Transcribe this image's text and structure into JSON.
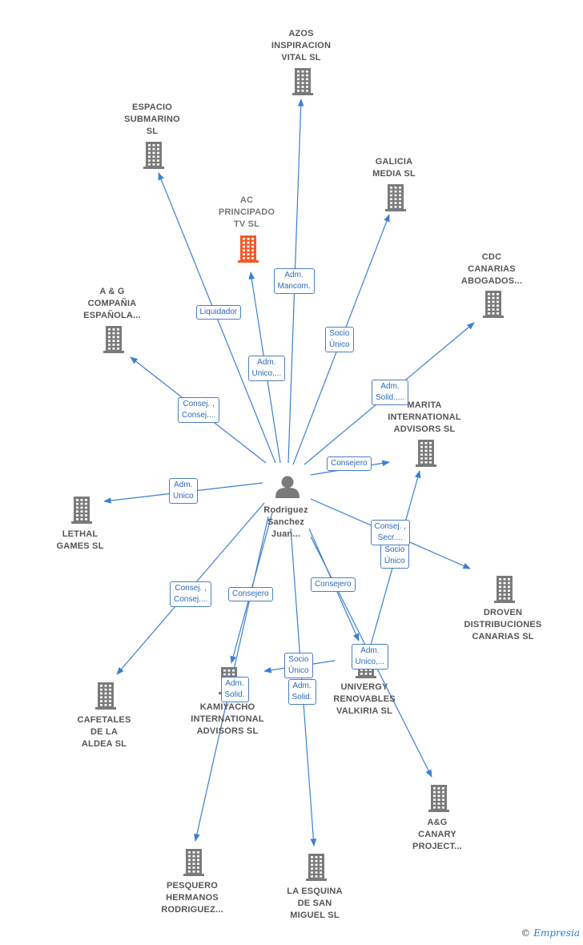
{
  "colors": {
    "edge": "#3b7fd1",
    "company": "#7a7a7a",
    "highlight": "#f05a28",
    "person": "#7a7a7a"
  },
  "center": {
    "lines": [
      "Rodriguez",
      "Sanchez",
      "Juan..."
    ],
    "icon": "person-icon"
  },
  "nodes": [
    {
      "id": "azos",
      "lines": [
        "AZOS",
        "INSPIRACION",
        "VITAL  SL"
      ],
      "icon": "building-icon"
    },
    {
      "id": "espacio",
      "lines": [
        "ESPACIO",
        "SUBMARINO",
        "SL"
      ],
      "icon": "building-icon"
    },
    {
      "id": "galicia",
      "lines": [
        "GALICIA",
        "MEDIA  SL"
      ],
      "icon": "building-icon"
    },
    {
      "id": "ac",
      "lines": [
        "AC",
        "PRINCIPADO",
        "TV  SL"
      ],
      "icon": "building-icon",
      "highlight": true
    },
    {
      "id": "cdc",
      "lines": [
        "CDC",
        "CANARIAS",
        "ABOGADOS..."
      ],
      "icon": "building-icon"
    },
    {
      "id": "ag_comp",
      "lines": [
        "A & G",
        "COMPAÑIA",
        "ESPAÑOLA..."
      ],
      "icon": "building-icon"
    },
    {
      "id": "marita",
      "lines": [
        "MARITA",
        "INTERNATIONAL",
        "ADVISORS  SL"
      ],
      "icon": "building-icon"
    },
    {
      "id": "lethal",
      "lines": [
        "LETHAL",
        "GAMES  SL"
      ],
      "icon": "building-icon"
    },
    {
      "id": "droven",
      "lines": [
        "DROVEN",
        "DISTRIBUCIONES",
        "CANARIAS   SL"
      ],
      "icon": "building-icon"
    },
    {
      "id": "cafetales",
      "lines": [
        "CAFETALES",
        "DE LA",
        "ALDEA SL"
      ],
      "icon": "building-icon"
    },
    {
      "id": "kamiyacho",
      "lines": [
        "KAMIYACHO",
        "INTERNATIONAL",
        "ADVISORS  SL"
      ],
      "icon": "building-icon"
    },
    {
      "id": "univergy",
      "lines": [
        "UNIVERGY",
        "RENOVABLES",
        "VALKIRIA  SL"
      ],
      "icon": "building-icon"
    },
    {
      "id": "agcanary",
      "lines": [
        "A&G",
        "CANARY",
        "PROJECT..."
      ],
      "icon": "building-icon"
    },
    {
      "id": "pesquero",
      "lines": [
        "PESQUERO",
        "HERMANOS",
        "RODRIGUEZ..."
      ],
      "icon": "building-icon"
    },
    {
      "id": "esquina",
      "lines": [
        "LA ESQUINA",
        "DE SAN",
        "MIGUEL  SL"
      ],
      "icon": "building-icon"
    }
  ],
  "edges": [
    {
      "to": "azos",
      "label": [
        "Adm.",
        "Mancom."
      ]
    },
    {
      "to": "espacio",
      "label": [
        "Liquidador"
      ]
    },
    {
      "to": "galicia",
      "label": [
        "Socio",
        "Único"
      ]
    },
    {
      "to": "ac",
      "label": [
        "Adm.",
        "Unico,..."
      ]
    },
    {
      "to": "cdc",
      "label": [
        "Adm.",
        "Solid.,..."
      ]
    },
    {
      "to": "ag_comp",
      "label": [
        "Consej. ,",
        "Consej...."
      ]
    },
    {
      "to": "marita",
      "label": [
        "Consejero"
      ]
    },
    {
      "to": "marita",
      "label": [
        "Socio",
        "Único"
      ],
      "from": "univergy"
    },
    {
      "to": "lethal",
      "label": [
        "Adm.",
        "Unico"
      ]
    },
    {
      "to": "droven",
      "label": [
        "Consej. ,",
        "Secr...."
      ]
    },
    {
      "to": "cafetales",
      "label": [
        "Consej. ,",
        "Consej...."
      ]
    },
    {
      "to": "kamiyacho",
      "label": [
        "Consejero"
      ]
    },
    {
      "to": "kamiyacho",
      "label": [
        "Socio",
        "Único"
      ],
      "from": "univergy"
    },
    {
      "to": "univergy",
      "label": [
        "Consejero"
      ]
    },
    {
      "to": "agcanary",
      "label": [
        "Adm.",
        "Unico,..."
      ]
    },
    {
      "to": "pesquero",
      "label": [
        "Adm.",
        "Solid."
      ]
    },
    {
      "to": "esquina",
      "label": [
        "Adm.",
        "Solid."
      ]
    }
  ],
  "footer": {
    "copyright": "©",
    "brand": "Empresia"
  }
}
